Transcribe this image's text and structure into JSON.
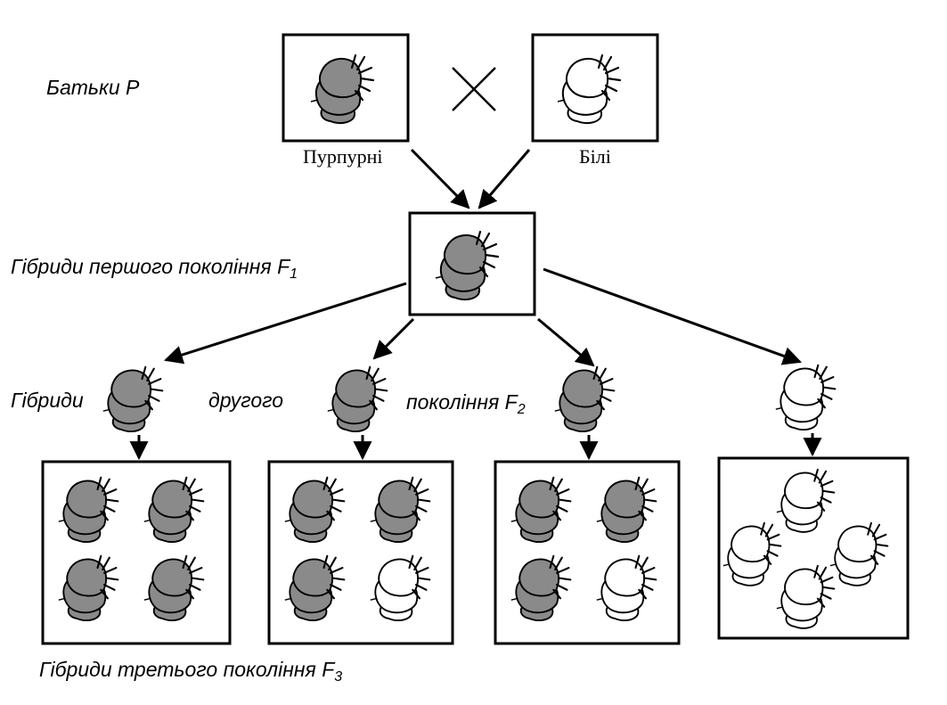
{
  "labels": {
    "parents": "Батьки P",
    "f1_prefix": "Гібриди першого покоління F",
    "f1_sub": "1",
    "f2_word1": "Гібриди",
    "f2_word2": "другого",
    "f2_word3": "покоління F",
    "f2_sub": "2",
    "f3_prefix": "Гібриди третього покоління F",
    "f3_sub": "3"
  },
  "parents": {
    "left_caption": "Пурпурні",
    "right_caption": "Білі"
  },
  "colors": {
    "purple_flower": "#8a8a8a",
    "white_flower": "#ffffff",
    "outline": "#000000"
  },
  "flowers": {
    "parent_left": "purple",
    "parent_right": "white",
    "f1": "purple",
    "f2": [
      "purple",
      "purple",
      "purple",
      "white"
    ],
    "f3_groups": [
      [
        "purple",
        "purple",
        "purple",
        "purple"
      ],
      [
        "purple",
        "purple",
        "purple",
        "white"
      ],
      [
        "purple",
        "purple",
        "purple",
        "white"
      ],
      [
        "white",
        "white",
        "white",
        "white"
      ]
    ]
  }
}
